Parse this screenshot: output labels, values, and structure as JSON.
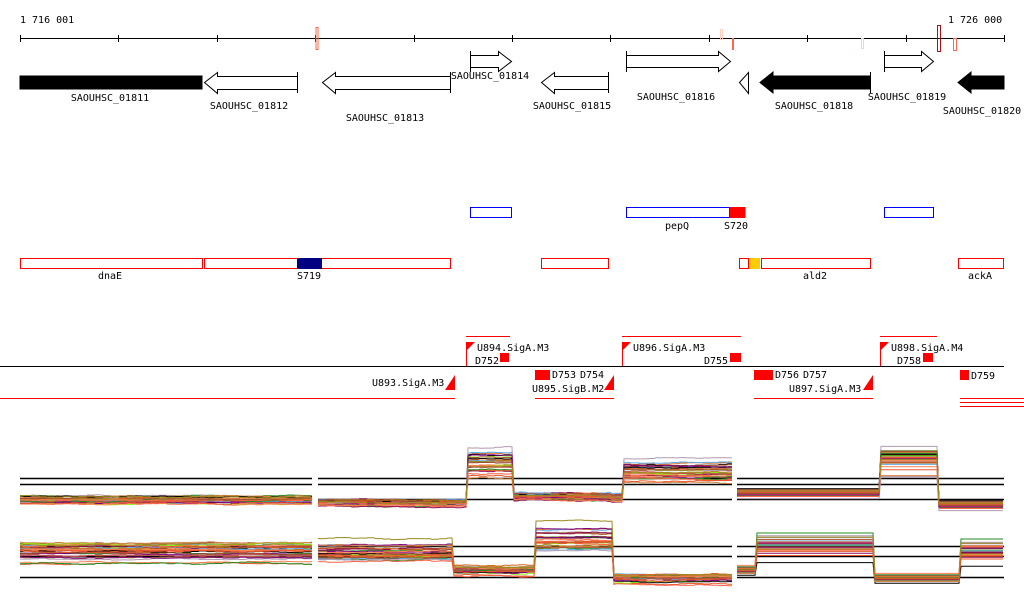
{
  "axis": {
    "start_label": "1 716 001",
    "end_label": "1 726 000",
    "start": 1716001,
    "end": 1726000
  },
  "genes": [
    {
      "id": "SAOUHSC_01811"
    },
    {
      "id": "SAOUHSC_01812"
    },
    {
      "id": "SAOUHSC_01813"
    },
    {
      "id": "SAOUHSC_01814"
    },
    {
      "id": "SAOUHSC_01815"
    },
    {
      "id": "SAOUHSC_01816"
    },
    {
      "id": "SAOUHSC_01818"
    },
    {
      "id": "SAOUHSC_01819"
    },
    {
      "id": "SAOUHSC_01820"
    }
  ],
  "annotations": {
    "pepQ": "pepQ",
    "S720": "S720",
    "dnaE": "dnaE",
    "S719": "S719",
    "ald2": "ald2",
    "ackA": "ackA"
  },
  "regulatory": {
    "U893": "U893.SigA.M3",
    "U894": "U894.SigA.M3",
    "D752": "D752",
    "D753": "D753",
    "D754": "D754",
    "U895": "U895.SigB.M2",
    "U896": "U896.SigA.M3",
    "D755": "D755",
    "D756": "D756",
    "D757": "D757",
    "U897": "U897.SigA.M3",
    "U898": "U898.SigA.M4",
    "D758": "D758",
    "D759": "D759"
  },
  "colors": {
    "feature_red": "#ff0000",
    "feature_blue": "#0000ff",
    "navy": "#000080",
    "orange": "#ffcc00",
    "marker_coral": "#ff6a4d",
    "marker_dark": "#aa1111"
  },
  "expression": {
    "top": [
      {
        "from": 1716001,
        "to": 1718969,
        "level": -0.05
      },
      {
        "from": 1719030,
        "to": 1720544,
        "level": -0.15
      },
      {
        "from": 1720544,
        "to": 1721011,
        "level": 1.85
      },
      {
        "from": 1721011,
        "to": 1721997,
        "level": 0.15
      },
      {
        "from": 1721997,
        "to": 1722119,
        "level": 0.1
      },
      {
        "from": 1722119,
        "to": 1723237,
        "level": 1.45
      },
      {
        "from": 1723288,
        "to": 1724741,
        "level": 0.3
      },
      {
        "from": 1724741,
        "to": 1725320,
        "level": 1.95
      },
      {
        "from": 1725320,
        "to": 1726000,
        "level": -0.3
      }
    ],
    "bottom": [
      {
        "from": 1716001,
        "to": 1718969,
        "level": 1.25
      },
      {
        "from": 1719030,
        "to": 1720391,
        "level": 1.2
      },
      {
        "from": 1720391,
        "to": 1721235,
        "level": 0.35
      },
      {
        "from": 1721235,
        "to": 1722017,
        "level": 1.85
      },
      {
        "from": 1722017,
        "to": 1723237,
        "level": -0.05
      },
      {
        "from": 1723288,
        "to": 1723471,
        "level": 0.35
      },
      {
        "from": 1723471,
        "to": 1724670,
        "level": 1.6
      },
      {
        "from": 1724670,
        "to": 1725554,
        "level": -0.05
      },
      {
        "from": 1725554,
        "to": 1726000,
        "level": 1.35
      }
    ]
  }
}
